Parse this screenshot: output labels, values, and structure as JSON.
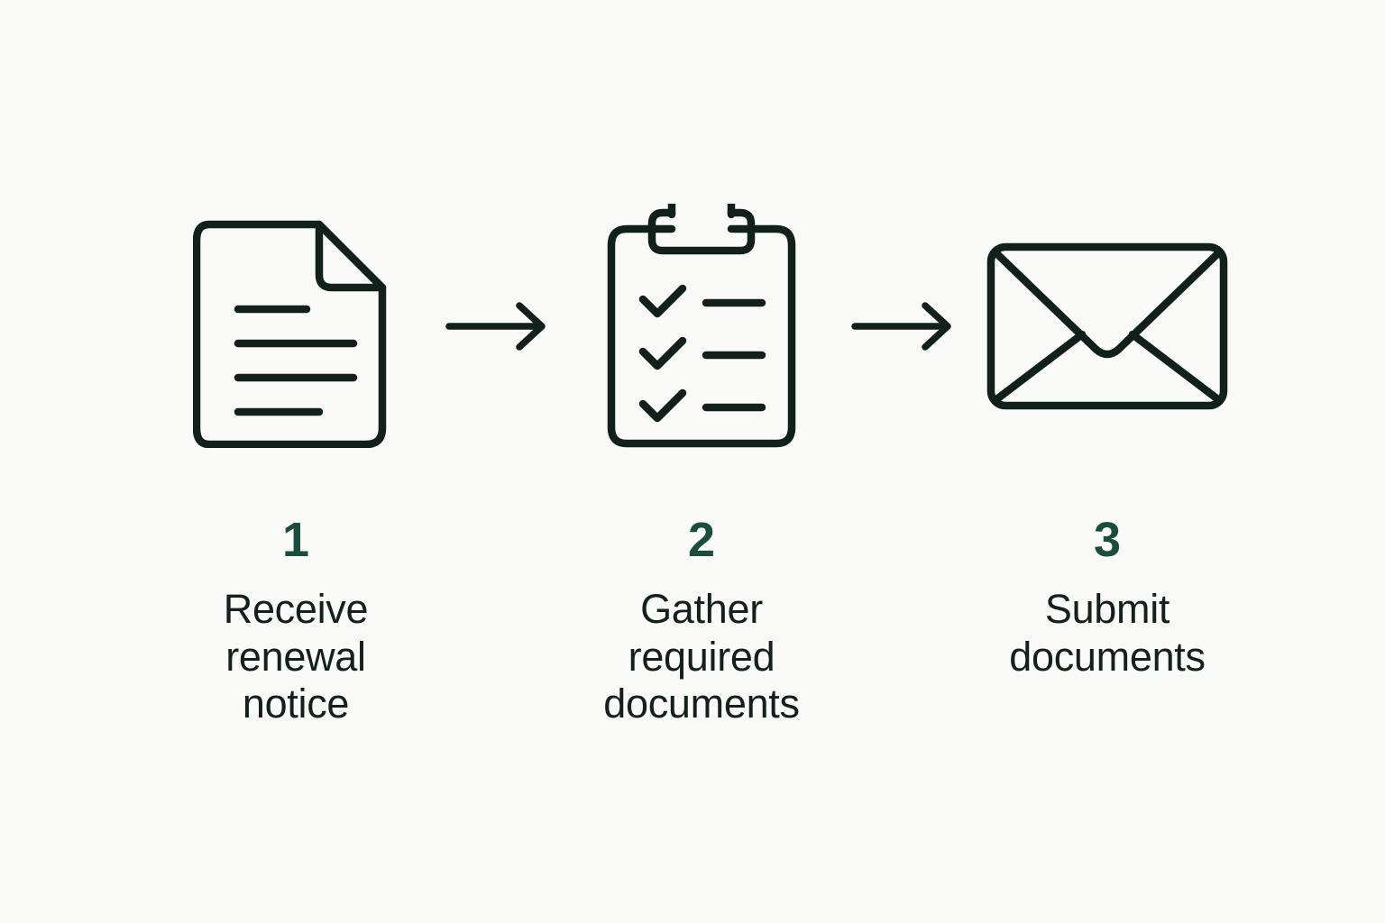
{
  "page": {
    "background_color": "#FAFAF8",
    "accent_color": "#1B4D3E",
    "icon_color": "#12201C",
    "text_color": "#13201C"
  },
  "flow": {
    "orientation": "horizontal",
    "steps": [
      {
        "number": "1",
        "label": "Receive\nrenewal\nnotice",
        "icon": "document-icon"
      },
      {
        "number": "2",
        "label": "Gather\nrequired\ndocuments",
        "icon": "clipboard-checklist-icon"
      },
      {
        "number": "3",
        "label": "Submit\ndocuments",
        "icon": "envelope-icon"
      }
    ],
    "connectors": [
      {
        "icon": "arrow-right-icon"
      },
      {
        "icon": "arrow-right-icon"
      }
    ]
  }
}
